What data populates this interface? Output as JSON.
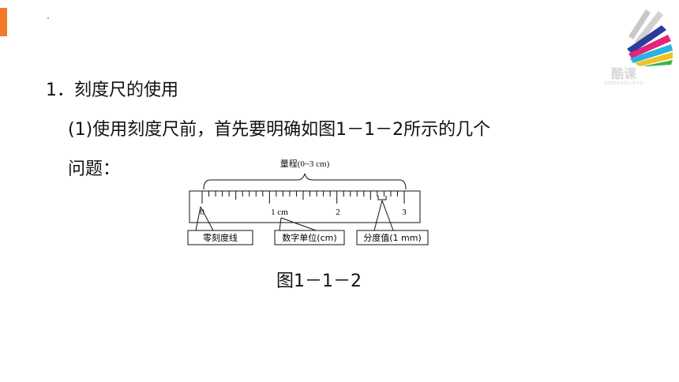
{
  "decor": {
    "accent_color": "#f07a28"
  },
  "logo": {
    "text": "酷课",
    "sub": "优质教学资源分享平台"
  },
  "content": {
    "heading": "1．刻度尺的使用",
    "paragraph_line1": "(1)使用刻度尺前，首先要明确如图1－1－2所示的几个",
    "paragraph_line2": "问题："
  },
  "figure": {
    "range_label": "量程(0~3 cm)",
    "scale_labels": [
      "0",
      "1 cm",
      "2",
      "3"
    ],
    "callouts": {
      "zero": "零刻度线",
      "unit": "数字单位(cm)",
      "division": "分度值(1 mm)"
    },
    "caption": "图1－1－2"
  }
}
